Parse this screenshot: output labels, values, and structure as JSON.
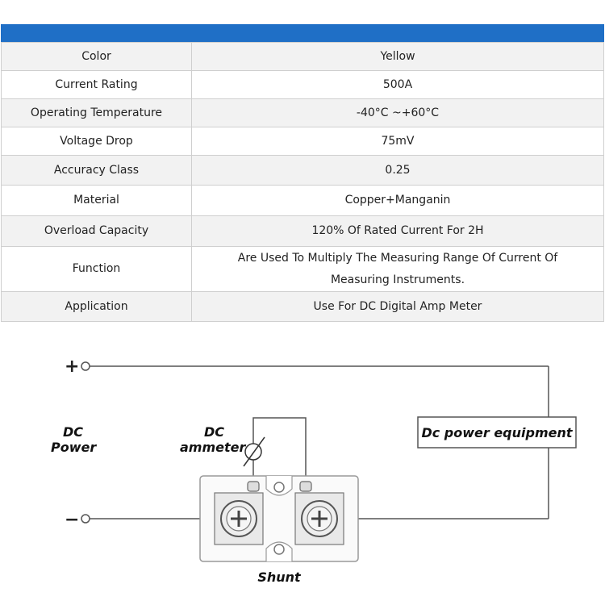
{
  "specs": {
    "rows": [
      {
        "key": "Color",
        "value": "Yellow"
      },
      {
        "key": "Current Rating",
        "value": "500A"
      },
      {
        "key": "Operating Temperature",
        "value": "-40°C ~+60°C"
      },
      {
        "key": "Voltage Drop",
        "value": "75mV"
      },
      {
        "key": "Accuracy Class",
        "value": "0.25"
      },
      {
        "key": "Material",
        "value": "Copper+Manganin"
      },
      {
        "key": "Overload Capacity",
        "value": "120% Of Rated Current For 2H"
      },
      {
        "key": "Function",
        "value": "Are Used To Multiply The Measuring Range Of Current Of Measuring Instruments."
      },
      {
        "key": "Application",
        "value": "Use For DC Digital Amp Meter"
      }
    ]
  },
  "diagram": {
    "plus_symbol": "+",
    "minus_symbol": "−",
    "dc_power_line1": "DC",
    "dc_power_line2": "Power",
    "ammeter_line1": "DC",
    "ammeter_line2": "ammeter",
    "equipment_label": "Dc power equipment",
    "shunt_label": "Shunt"
  }
}
